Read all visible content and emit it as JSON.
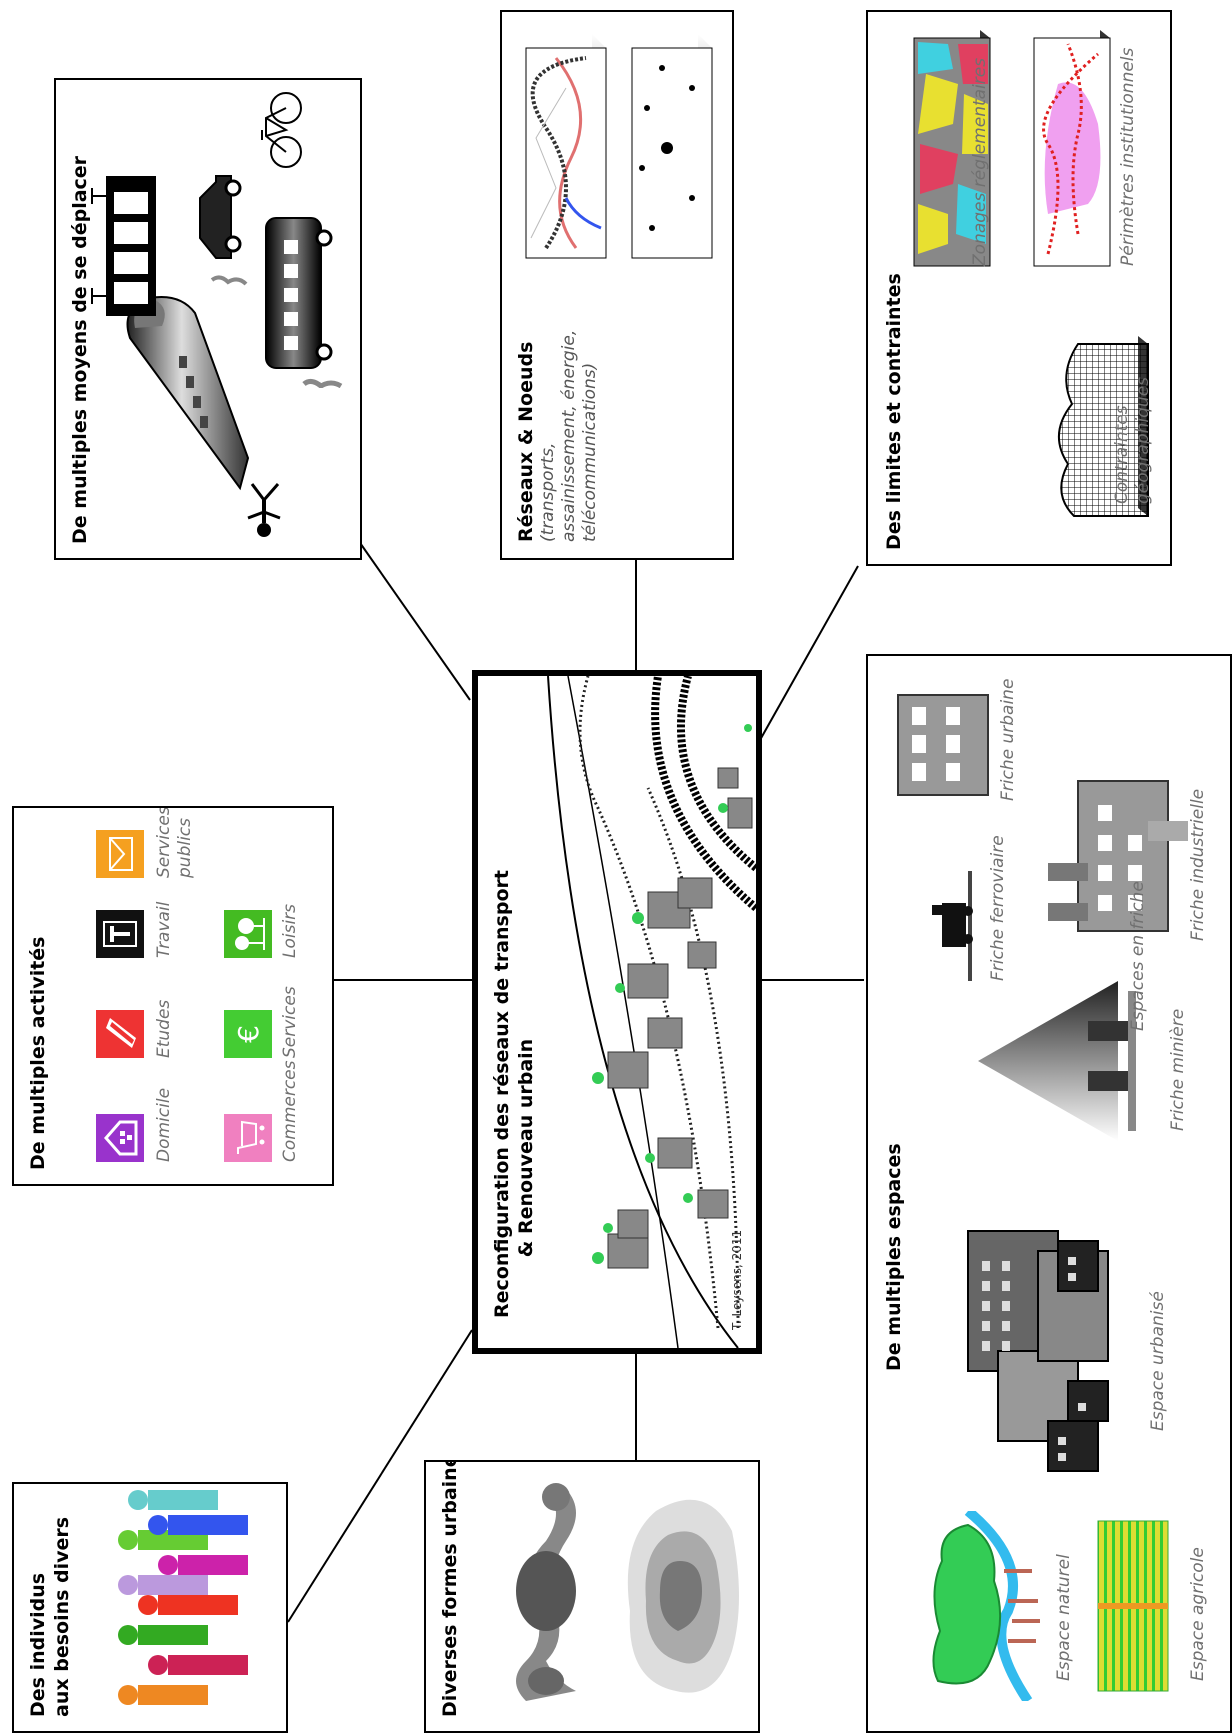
{
  "center": {
    "title_line1": "Reconfiguration des réseaux de transport",
    "title_line2": "& Renouveau urbain",
    "credit": "T. Leysens, 2011"
  },
  "transport": {
    "title": "De multiples moyens de se déplacer",
    "icons": [
      "pedestrian-icon",
      "train-icon",
      "bus-icon",
      "tram-icon",
      "car-icon",
      "bicycle-icon"
    ]
  },
  "networks": {
    "title": "Réseaux & Noeuds",
    "subtitle": "(transports, assainissement, énergie, télécommunications)"
  },
  "limits": {
    "title": "Des limites et contraintes",
    "labels": {
      "geo": "Contraintes géographiques",
      "zoning": "Zonages réglementaires",
      "perimeters": "Périmètres institutionnels"
    }
  },
  "activities": {
    "title": "De multiples activités",
    "items": {
      "domicile": "Domicile",
      "etudes": "Etudes",
      "travail": "Travail",
      "services_publics": "Services publics",
      "commerces": "Commerces",
      "services": "Services",
      "loisirs": "Loisirs"
    },
    "colors": {
      "domicile": "#9933cc",
      "etudes": "#ee3333",
      "travail": "#111111",
      "services_publics": "#f5a020",
      "commerces": "#f080c0",
      "services": "#44cc33",
      "loisirs": "#44bb22"
    }
  },
  "individuals": {
    "title_line1": "Des individus",
    "title_line2": "aux besoins divers"
  },
  "urban_forms": {
    "title": "Diverses formes urbaines"
  },
  "spaces": {
    "title": "De multiples espaces",
    "labels": {
      "naturel": "Espace naturel",
      "agricole": "Espace agricole",
      "urbanise": "Espace urbanisé",
      "miniere": "Friche minière",
      "ferroviaire": "Friche ferroviaire",
      "industrielle": "Friche industrielle",
      "urbaine": "Friche urbaine",
      "friche": "Espaces en friche"
    }
  }
}
